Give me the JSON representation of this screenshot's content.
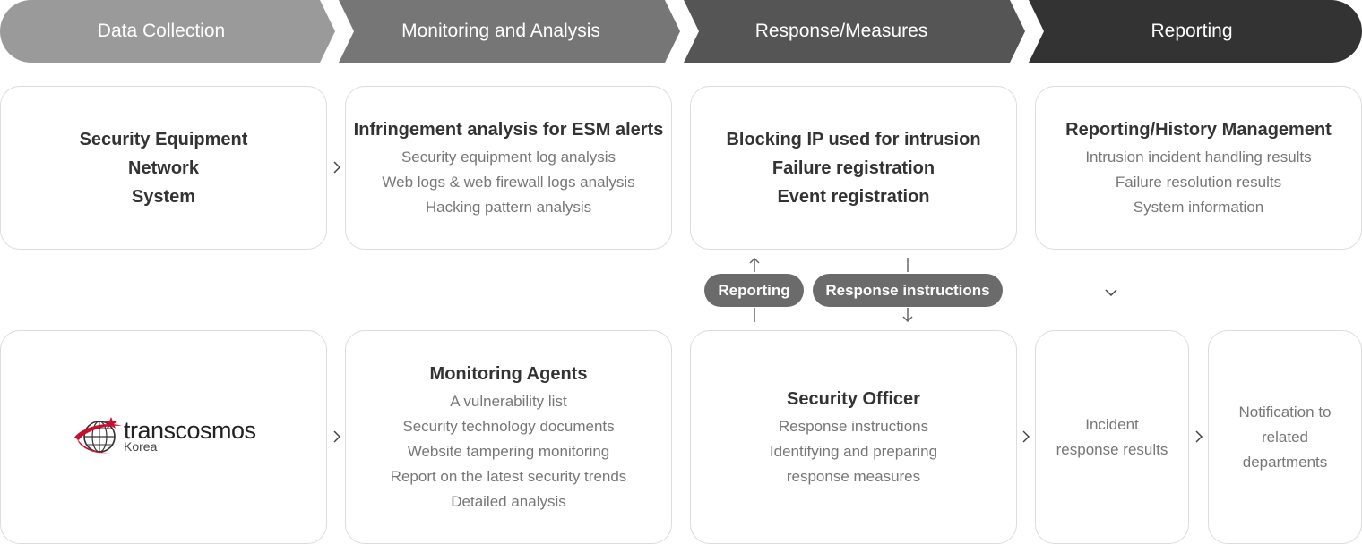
{
  "stages": [
    {
      "label": "Data Collection",
      "color": "#9a9a9a"
    },
    {
      "label": "Monitoring and Analysis",
      "color": "#767676"
    },
    {
      "label": "Response/Measures",
      "color": "#555555"
    },
    {
      "label": "Reporting",
      "color": "#333333"
    }
  ],
  "top_cards": {
    "data_collection": {
      "lines": [
        "Security Equipment",
        "Network",
        "System"
      ]
    },
    "analysis": {
      "title": "Infringement analysis for ESM alerts",
      "items": [
        "Security equipment log analysis",
        "Web logs & web firewall logs analysis",
        "Hacking pattern analysis"
      ]
    },
    "response": {
      "lines": [
        "Blocking IP used for intrusion",
        "Failure registration",
        "Event registration"
      ]
    },
    "reporting": {
      "title": "Reporting/History Management",
      "items": [
        "Intrusion incident handling results",
        "Failure resolution results",
        "System information"
      ]
    }
  },
  "pills": {
    "reporting": "Reporting",
    "response_instructions": "Response instructions"
  },
  "bottom_cards": {
    "logo": {
      "name": "transcosmos",
      "sub": "Korea"
    },
    "agents": {
      "title": "Monitoring Agents",
      "items": [
        "A vulnerability list",
        "Security technology documents",
        "Website tampering monitoring",
        "Report on the latest security trends",
        "Detailed analysis"
      ]
    },
    "officer": {
      "title": "Security Officer",
      "items": [
        "Response instructions",
        "Identifying and preparing",
        "response measures"
      ]
    },
    "incident": {
      "lines": [
        "Incident",
        "response results"
      ]
    },
    "notification": {
      "lines": [
        "Notification to",
        "related",
        "departments"
      ]
    }
  }
}
